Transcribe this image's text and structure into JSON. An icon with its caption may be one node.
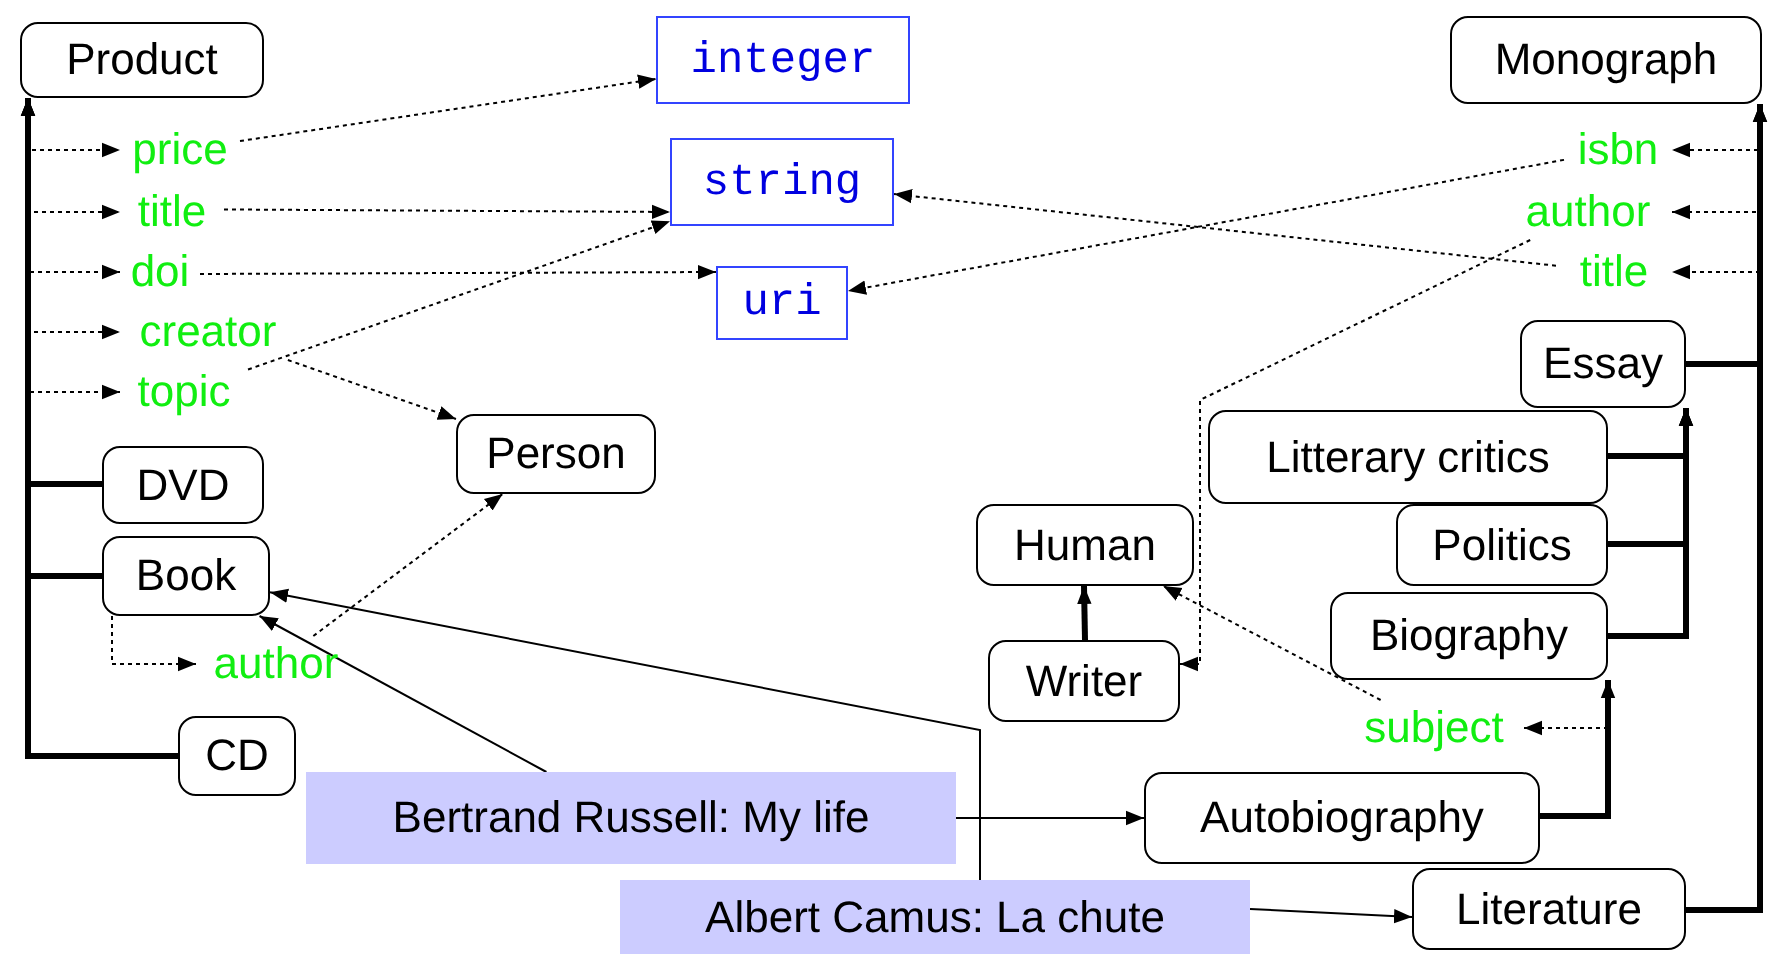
{
  "diagram": {
    "nodes": [
      {
        "text": [
          "Product"
        ]
      },
      {
        "text": [
          "integer"
        ]
      },
      {
        "text": [
          "Monograph"
        ]
      },
      {
        "text": [
          "price"
        ]
      },
      {
        "text": [
          "title"
        ]
      },
      {
        "text": [
          "string"
        ]
      },
      {
        "text": [
          "isbn"
        ]
      },
      {
        "text": [
          "author"
        ]
      },
      {
        "text": [
          "doi"
        ]
      },
      {
        "text": [
          "uri"
        ]
      },
      {
        "text": [
          "title"
        ]
      },
      {
        "text": [
          "creator"
        ]
      },
      {
        "text": [
          "Essay"
        ]
      },
      {
        "text": [
          "topic"
        ]
      },
      {
        "text": [
          "Person"
        ]
      },
      {
        "text": [
          "Litterary critics"
        ]
      },
      {
        "text": [
          "DVD"
        ]
      },
      {
        "text": [
          "Human"
        ]
      },
      {
        "text": [
          "Politics"
        ]
      },
      {
        "text": [
          "Book"
        ]
      },
      {
        "text": [
          "Biography"
        ]
      },
      {
        "text": [
          "Writer"
        ]
      },
      {
        "text": [
          "author"
        ]
      },
      {
        "text": [
          "subject"
        ]
      },
      {
        "text": [
          "CD"
        ]
      },
      {
        "text": [
          "Bertrand Russell: My life"
        ]
      },
      {
        "text": [
          "Autobiography"
        ]
      },
      {
        "text": [
          "Albert Camus: La chute"
        ]
      },
      {
        "text": [
          "Literature"
        ]
      }
    ],
    "edges": [
      {
        "from": 16,
        "to": 0,
        "arrow": "to",
        "style": "thick"
      },
      {
        "from": 19,
        "to": 0,
        "arrow": "to",
        "style": "thick"
      },
      {
        "from": 24,
        "to": 0,
        "arrow": "to",
        "style": "thick"
      },
      {
        "from": 0,
        "to": 3,
        "arrow": "to",
        "style": "dashed"
      },
      {
        "from": 0,
        "to": 4,
        "arrow": "to",
        "style": "dashed"
      },
      {
        "from": 0,
        "to": 8,
        "arrow": "to",
        "style": "dashed"
      },
      {
        "from": 0,
        "to": 11,
        "arrow": "to",
        "style": "dashed"
      },
      {
        "from": 0,
        "to": 13,
        "arrow": "to",
        "style": "dashed"
      },
      {
        "from": 3,
        "to": 1,
        "arrow": "to",
        "style": "dashed"
      },
      {
        "from": 4,
        "to": 5,
        "arrow": "to",
        "style": "dashed"
      },
      {
        "from": 8,
        "to": 9,
        "arrow": "to",
        "style": "dashed"
      },
      {
        "from": 11,
        "to": 14,
        "arrow": "to",
        "style": "dashed"
      },
      {
        "from": 13,
        "to": 5,
        "arrow": "to",
        "style": "dashed"
      },
      {
        "from": 19,
        "to": 22,
        "arrow": "to",
        "style": "dashed"
      },
      {
        "from": 22,
        "to": 14,
        "arrow": "to",
        "style": "dashed"
      },
      {
        "from": 12,
        "to": 2,
        "arrow": "to",
        "style": "thick"
      },
      {
        "from": 28,
        "to": 2,
        "arrow": "to",
        "style": "thick"
      },
      {
        "from": 2,
        "to": 6,
        "arrow": "to",
        "style": "dashed"
      },
      {
        "from": 2,
        "to": 7,
        "arrow": "to",
        "style": "dashed"
      },
      {
        "from": 2,
        "to": 10,
        "arrow": "to",
        "style": "dashed"
      },
      {
        "from": 6,
        "to": 9,
        "arrow": "to",
        "style": "dashed"
      },
      {
        "from": 10,
        "to": 5,
        "arrow": "to",
        "style": "dashed"
      },
      {
        "from": 7,
        "to": 21,
        "arrow": "to",
        "style": "dashed"
      },
      {
        "from": 15,
        "to": 12,
        "arrow": "to",
        "style": "thick"
      },
      {
        "from": 18,
        "to": 12,
        "arrow": "to",
        "style": "thick"
      },
      {
        "from": 20,
        "to": 12,
        "arrow": "to",
        "style": "thick"
      },
      {
        "from": 26,
        "to": 20,
        "arrow": "to",
        "style": "thick"
      },
      {
        "from": 20,
        "to": 23,
        "arrow": "to",
        "style": "dashed"
      },
      {
        "from": 23,
        "to": 17,
        "arrow": "to",
        "style": "dashed"
      },
      {
        "from": 21,
        "to": 17,
        "arrow": "to",
        "style": "thick"
      },
      {
        "from": 25,
        "to": 26,
        "arrow": "to"
      },
      {
        "from": 25,
        "to": 19,
        "arrow": "to"
      },
      {
        "from": 27,
        "to": 28,
        "arrow": "to"
      },
      {
        "from": 27,
        "to": 19,
        "arrow": "to"
      }
    ]
  }
}
